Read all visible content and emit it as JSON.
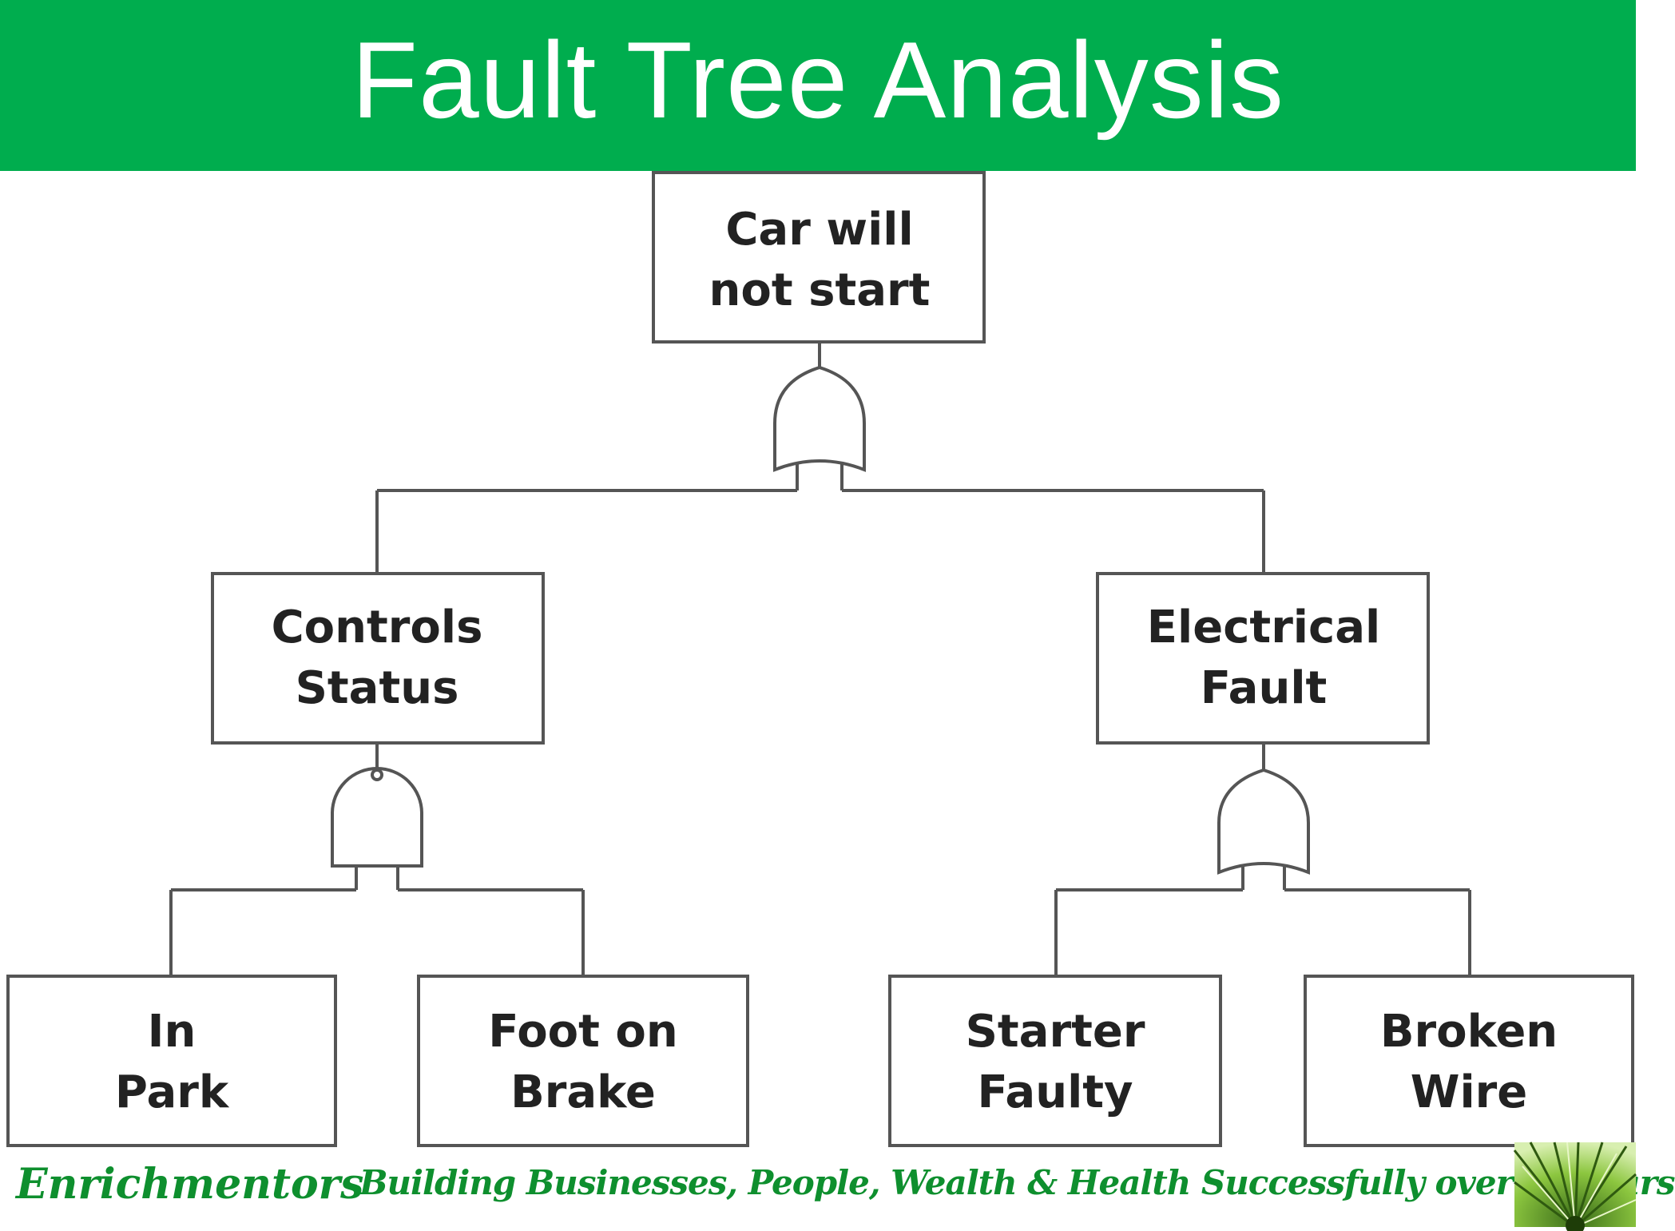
{
  "title": "Fault Tree Analysis",
  "colors": {
    "band": "#00ad4e",
    "footer_text": "#0e8f2e",
    "lines": "#555555"
  },
  "tree": {
    "top_event": {
      "line1": "Car will",
      "line2": "not start"
    },
    "top_gate": "OR",
    "intermediate": [
      {
        "line1": "Controls",
        "line2": "Status",
        "gate": "AND"
      },
      {
        "line1": "Electrical",
        "line2": "Fault",
        "gate": "OR"
      }
    ],
    "basic_events": [
      {
        "line1": "In",
        "line2": "Park"
      },
      {
        "line1": "Foot on",
        "line2": "Brake"
      },
      {
        "line1": "Starter",
        "line2": "Faulty"
      },
      {
        "line1": "Broken",
        "line2": "Wire"
      }
    ]
  },
  "footer": {
    "brand": "Enrichmentors",
    "tagline": "Building Businesses, People, Wealth & Health Successfully over 40 years",
    "image_icon": "green-plant-image"
  }
}
